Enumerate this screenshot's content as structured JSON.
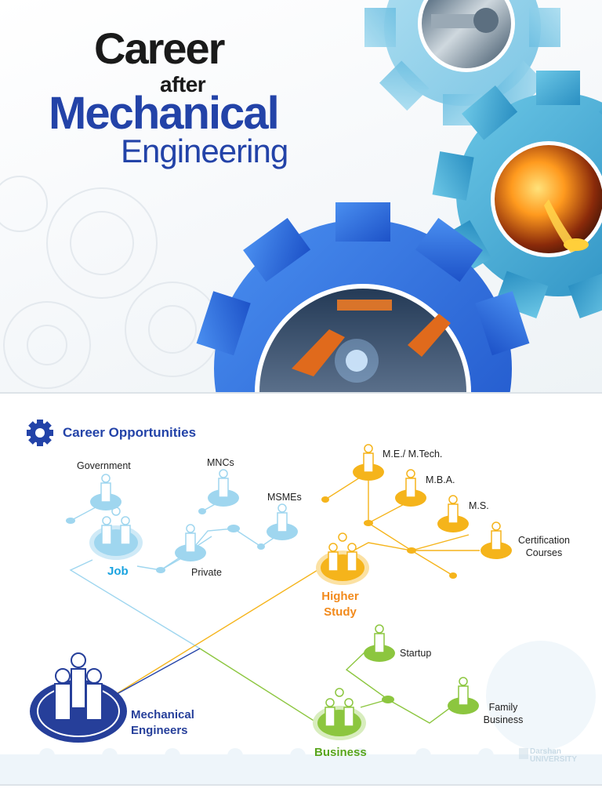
{
  "hero": {
    "title_line1": "Career",
    "title_line2": "after",
    "title_line3": "Mechanical",
    "title_line4": "Engineering"
  },
  "section": {
    "title": "Career Opportunities",
    "root": "Mechanical\nEngineers",
    "job": {
      "label": "Job",
      "children": [
        "Government",
        "MNCs",
        "MSMEs",
        "Private"
      ]
    },
    "higher_study": {
      "label": "Higher\nStudy",
      "children": [
        "M.E./ M.Tech.",
        "M.B.A.",
        "M.S.",
        "Certification\nCourses"
      ]
    },
    "business": {
      "label": "Business",
      "children": [
        "Startup",
        "Family\nBusiness"
      ]
    },
    "watermark": "Darshan\nUNIVERSITY"
  },
  "colors": {
    "title_blue": "#2343a8",
    "job_blue": "#9fd6ef",
    "job_label": "#1aa3e0",
    "higher_orange": "#f5b41b",
    "higher_label": "#f28a1c",
    "business_green": "#8cc63f",
    "business_label": "#58a51c",
    "root_navy": "#263f9a"
  }
}
